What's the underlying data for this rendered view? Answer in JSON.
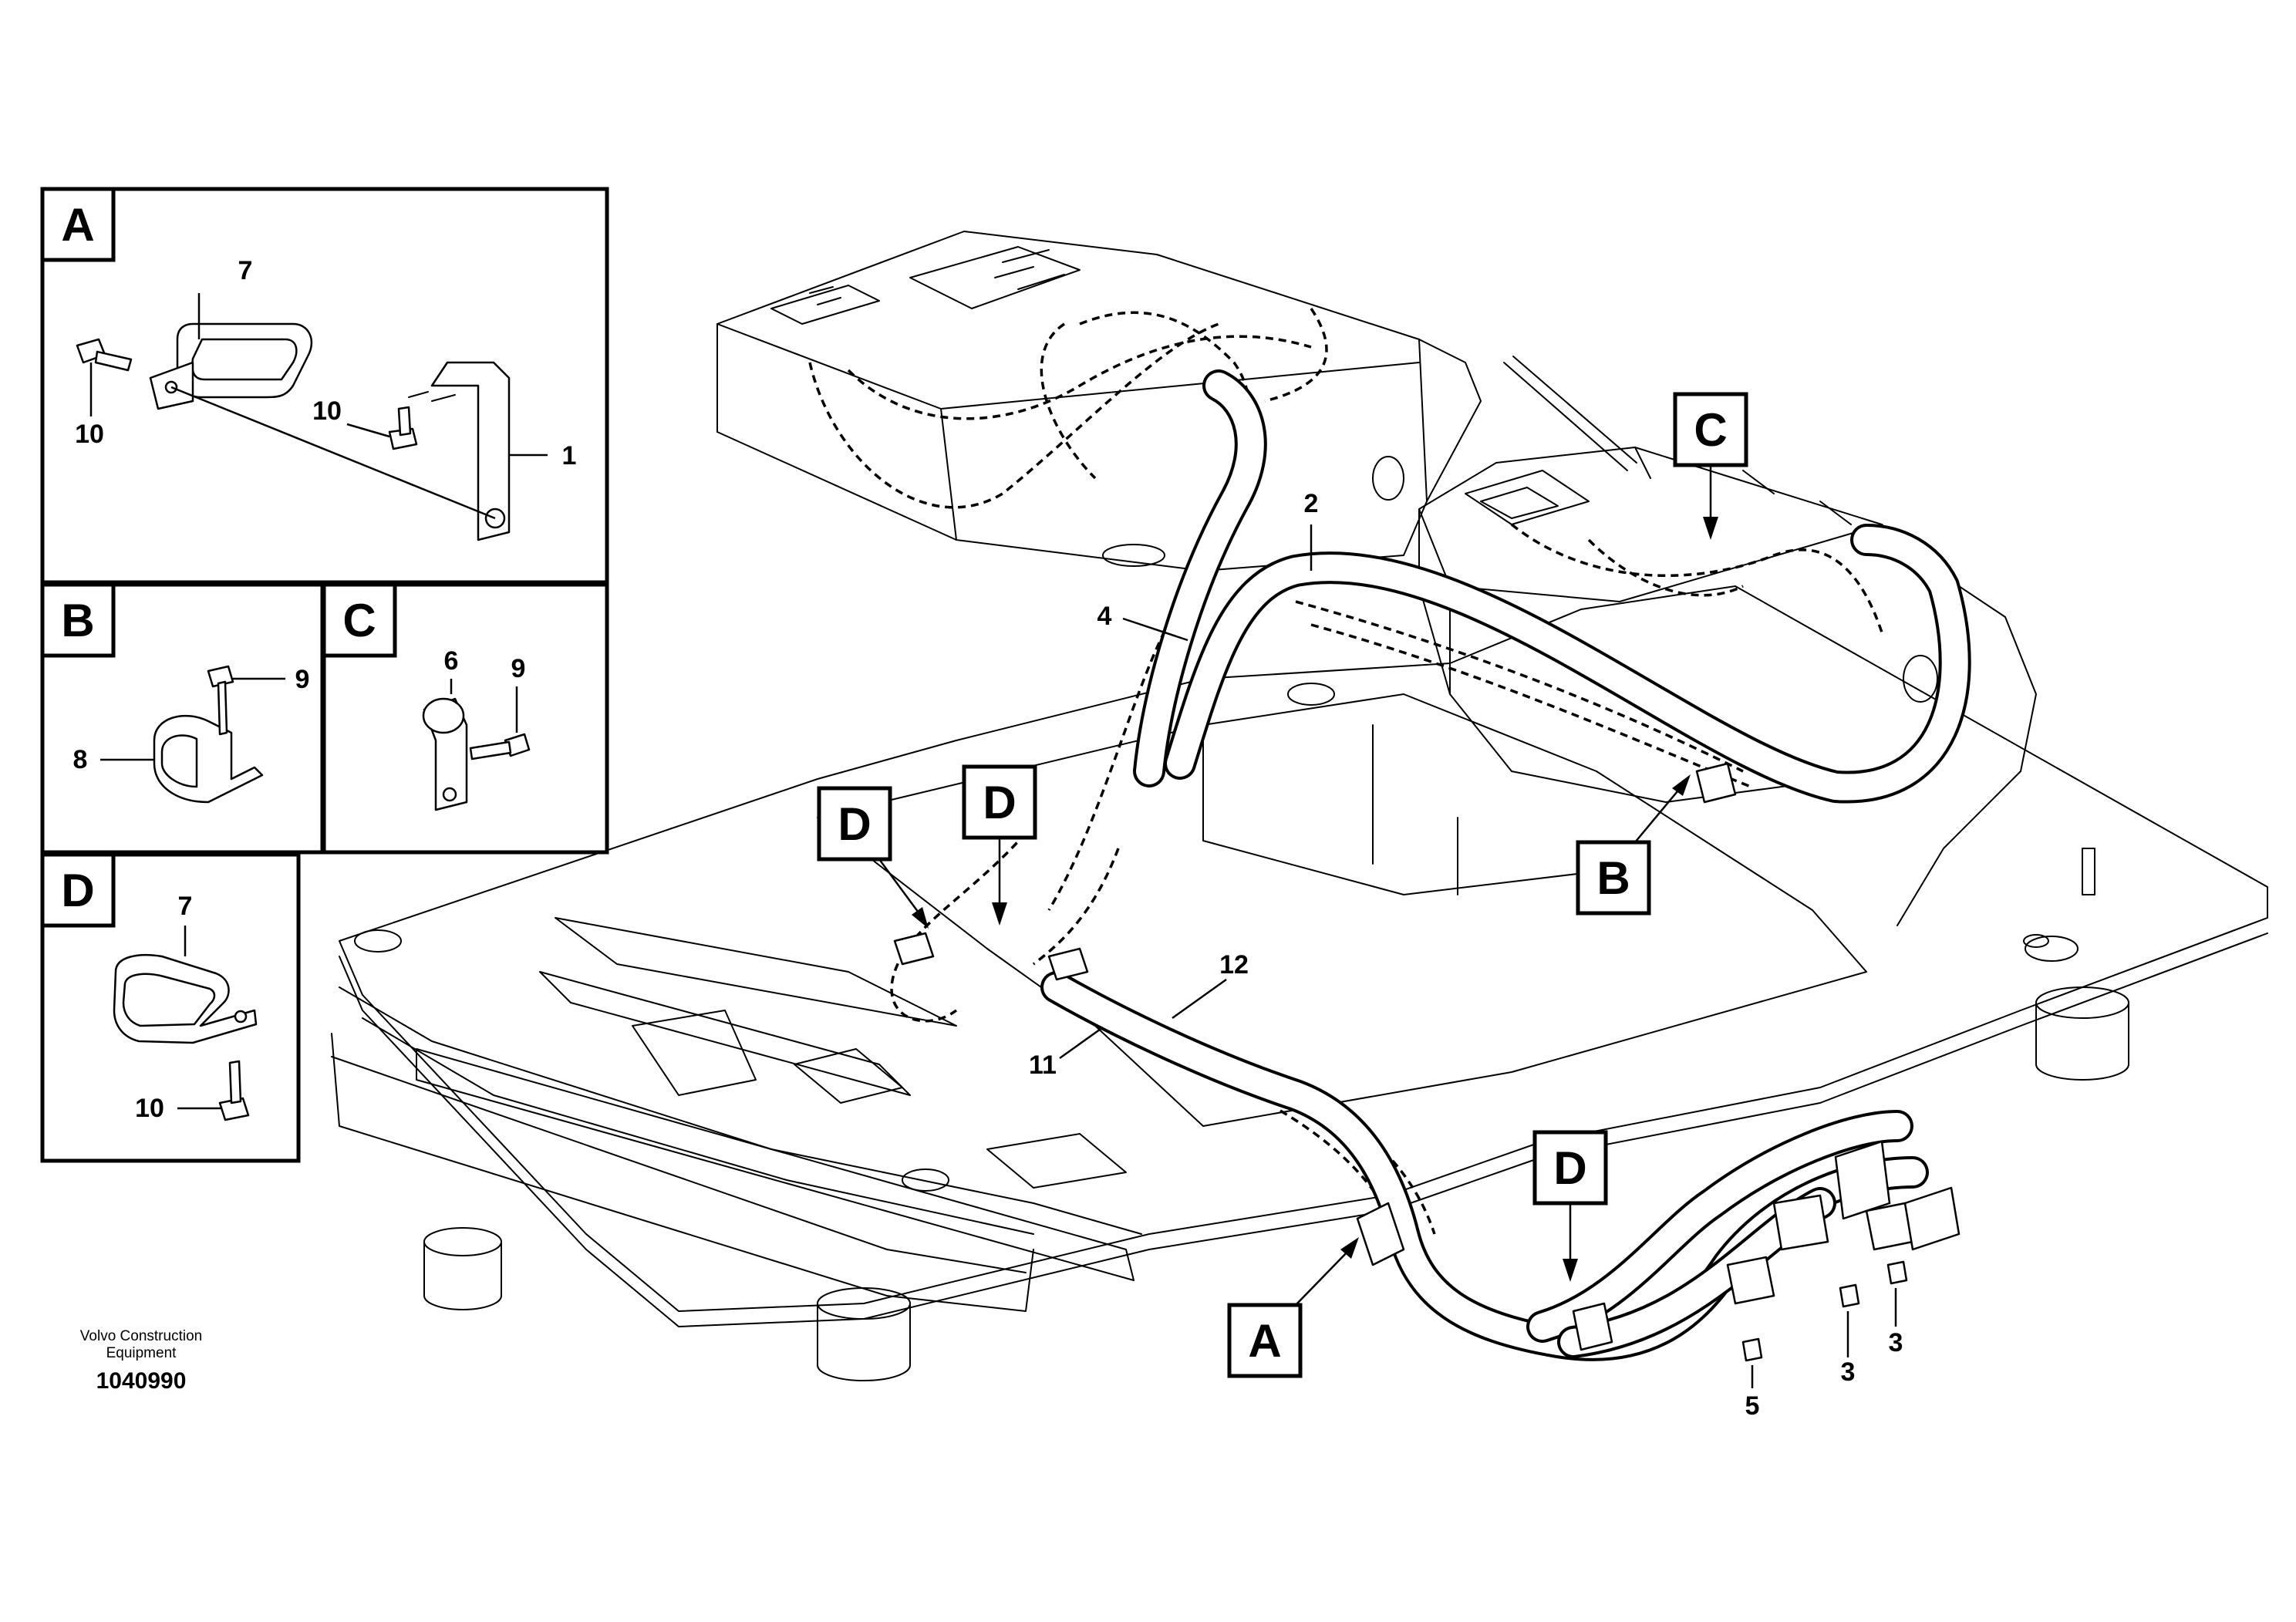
{
  "diagram": {
    "caption_line1": "Volvo Construction",
    "caption_line2": "Equipment",
    "drawing_number": "1040990"
  },
  "details": {
    "A": {
      "letter": "A",
      "labels": [
        "7",
        "10",
        "10",
        "1"
      ]
    },
    "B": {
      "letter": "B",
      "labels": [
        "9",
        "8"
      ]
    },
    "C": {
      "letter": "C",
      "labels": [
        "6",
        "9"
      ]
    },
    "D": {
      "letter": "D",
      "labels": [
        "7",
        "10"
      ]
    }
  },
  "main": {
    "callouts": [
      "C",
      "D",
      "D",
      "B",
      "D",
      "A"
    ],
    "part_numbers": [
      "2",
      "4",
      "12",
      "11",
      "3",
      "3",
      "5"
    ]
  }
}
